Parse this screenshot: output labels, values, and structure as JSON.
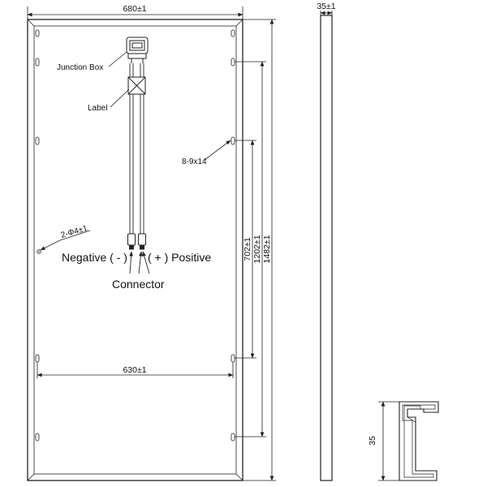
{
  "dimensions": {
    "panel_width": "680±1",
    "frame_depth": "35±1",
    "hole_span_1": "702±1",
    "hole_span_2": "1202±1",
    "panel_length": "1482±1",
    "hole_spacing": "630±1",
    "profile_height": "35"
  },
  "labels": {
    "junction_box": "Junction Box",
    "label": "Label",
    "mounting_holes": "8-9x14",
    "ground_holes": "2-Φ4±1",
    "negative": "Negative ( - )",
    "positive": "( + ) Positive",
    "connector": "Connector"
  },
  "colors": {
    "line": "#222222",
    "text": "#111111",
    "background": "#ffffff"
  }
}
